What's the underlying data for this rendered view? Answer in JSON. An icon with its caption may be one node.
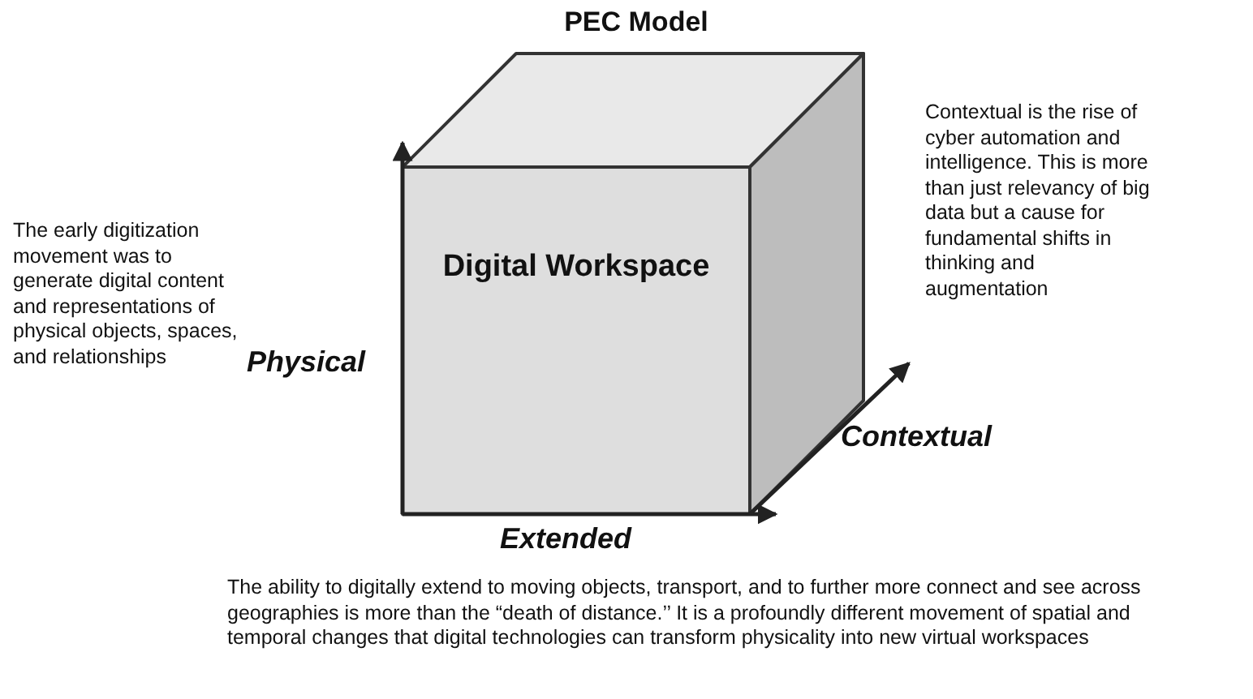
{
  "diagram": {
    "title": "PEC Model",
    "nodes": [
      {
        "text": [
          "Digital Workspace"
        ]
      }
    ],
    "edges": [],
    "labels": [
      "Contextual is the rise of cyber automation and intelligence. This is more than just relevancy of big data but a cause for fundamental shifts in thinking and augmentation",
      "The early digitization movement was to generate digital content and representations of physical objects, spaces, and relationships",
      "Physical",
      "Contextual",
      "Extended",
      "The ability to digitally extend to moving objects, transport, and to further more connect and see across geographies is more than the “death of distance.’’ It is a profoundly different movement of spatial and temporal changes that digital technologies can transform physicality into new virtual workspaces"
    ]
  }
}
